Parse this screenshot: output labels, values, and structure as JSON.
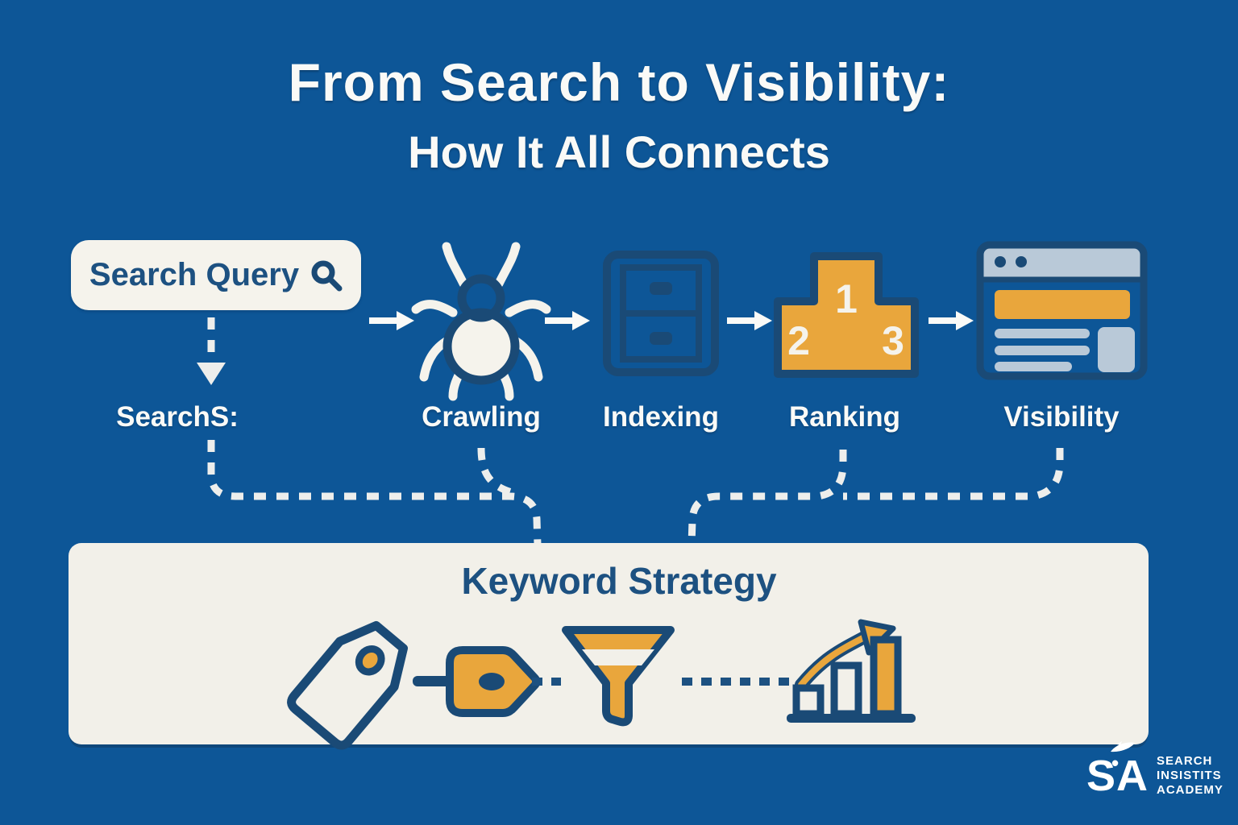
{
  "title": {
    "line1": "From Search to Visibility:",
    "line2": "How It All Connects"
  },
  "flow": {
    "search_box_label": "Search Query",
    "steps": [
      {
        "id": "search",
        "label": "SearchS:"
      },
      {
        "id": "crawling",
        "label": "Crawling"
      },
      {
        "id": "indexing",
        "label": "Indexing"
      },
      {
        "id": "ranking",
        "label": "Ranking"
      },
      {
        "id": "visibility",
        "label": "Visibility"
      }
    ],
    "podium_numbers": [
      "1",
      "2",
      "3"
    ]
  },
  "keyword_strategy": {
    "title": "Keyword Strategy"
  },
  "logo": {
    "abbr": "SA",
    "lines": [
      "SEARCH",
      "INSISTITS",
      "ACADEMY"
    ]
  },
  "colors": {
    "bg": "#0d5697",
    "navy": "#1a4a76",
    "navy-text": "#1d5181",
    "cream": "#f5f3ec",
    "cream2": "#f2f0e9",
    "orange": "#e9a63c",
    "bluegray": "#b9c9d8",
    "white": "#fafaf7"
  }
}
